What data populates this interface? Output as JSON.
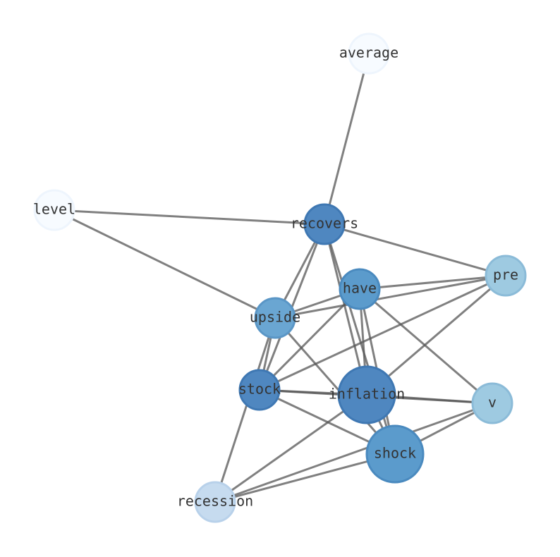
{
  "graph": {
    "nodes": [
      {
        "id": "average",
        "label": "average",
        "fill": "#f7fbff",
        "stroke": "#eef5fd"
      },
      {
        "id": "level",
        "label": "level",
        "fill": "#f7fbff",
        "stroke": "#eef5fd"
      },
      {
        "id": "recovers",
        "label": "recovers",
        "fill": "#4f87c0",
        "stroke": "#3f78b3"
      },
      {
        "id": "pre",
        "label": "pre",
        "fill": "#9ecae1",
        "stroke": "#8bbbd8"
      },
      {
        "id": "have",
        "label": "have",
        "fill": "#5b9bcc",
        "stroke": "#4a8abf"
      },
      {
        "id": "upside",
        "label": "upside",
        "fill": "#6aa6d2",
        "stroke": "#5a96c6"
      },
      {
        "id": "stock",
        "label": "stock",
        "fill": "#4f87c0",
        "stroke": "#3f78b3"
      },
      {
        "id": "inflation",
        "label": "inflation",
        "fill": "#4f87c0",
        "stroke": "#3f78b3"
      },
      {
        "id": "v",
        "label": "v",
        "fill": "#9ecae1",
        "stroke": "#8bbbd8"
      },
      {
        "id": "shock",
        "label": "shock",
        "fill": "#5b9bcc",
        "stroke": "#4a8abf"
      },
      {
        "id": "recession",
        "label": "recession",
        "fill": "#c6dbef",
        "stroke": "#b8d1ea"
      }
    ],
    "edges": [
      [
        "average",
        "recovers"
      ],
      [
        "level",
        "recovers"
      ],
      [
        "level",
        "upside"
      ],
      [
        "recovers",
        "pre"
      ],
      [
        "recovers",
        "upside"
      ],
      [
        "recovers",
        "stock"
      ],
      [
        "recovers",
        "inflation"
      ],
      [
        "recovers",
        "shock"
      ],
      [
        "have",
        "pre"
      ],
      [
        "have",
        "upside"
      ],
      [
        "have",
        "stock"
      ],
      [
        "have",
        "inflation"
      ],
      [
        "have",
        "shock"
      ],
      [
        "have",
        "v"
      ],
      [
        "upside",
        "pre"
      ],
      [
        "upside",
        "stock"
      ],
      [
        "upside",
        "shock"
      ],
      [
        "upside",
        "recession"
      ],
      [
        "stock",
        "pre"
      ],
      [
        "stock",
        "inflation"
      ],
      [
        "stock",
        "v"
      ],
      [
        "stock",
        "shock"
      ],
      [
        "inflation",
        "pre"
      ],
      [
        "inflation",
        "v"
      ],
      [
        "inflation",
        "shock"
      ],
      [
        "inflation",
        "recession"
      ],
      [
        "shock",
        "v"
      ],
      [
        "shock",
        "recession"
      ],
      [
        "recession",
        "v"
      ]
    ]
  }
}
